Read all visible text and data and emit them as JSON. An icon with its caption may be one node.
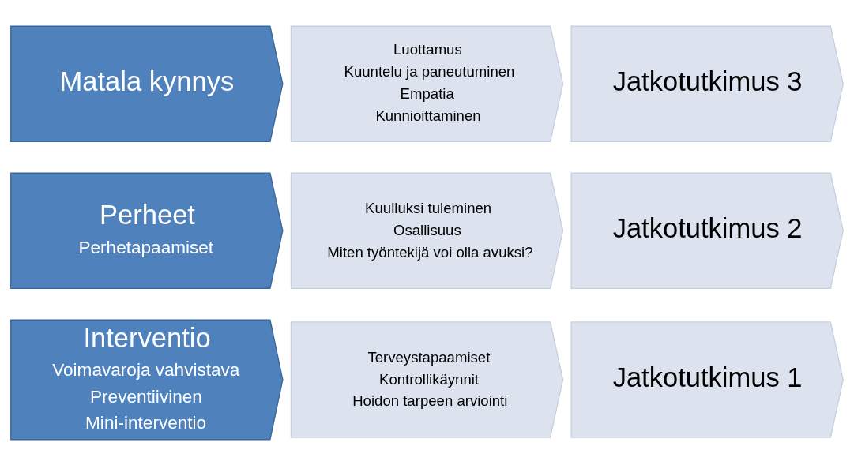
{
  "diagram": {
    "nodes": [
      {
        "text": [
          "Interventio",
          "Voimavaroja vahvistava",
          "Preventiivinen",
          "Mini-interventio"
        ]
      },
      {
        "text": [
          "Terveystapaamiset",
          "Kontrollikäynnit",
          "Hoidon tarpeen arviointi"
        ]
      },
      {
        "text": [
          "Jatkotutkimus 1"
        ]
      },
      {
        "text": [
          "Perheet",
          "Perhetapaamiset"
        ]
      },
      {
        "text": [
          "Kuulluksi tuleminen",
          "Osallisuus",
          "Miten työntekijä voi olla avuksi?"
        ]
      },
      {
        "text": [
          "Jatkotutkimus 2"
        ]
      },
      {
        "text": [
          "Matala kynnys"
        ]
      },
      {
        "text": [
          "Luottamus",
          "Kuuntelu ja paneutuminen",
          "Empatia",
          "Kunnioittaminen"
        ]
      },
      {
        "text": [
          "Jatkotutkimus 3"
        ]
      }
    ]
  }
}
